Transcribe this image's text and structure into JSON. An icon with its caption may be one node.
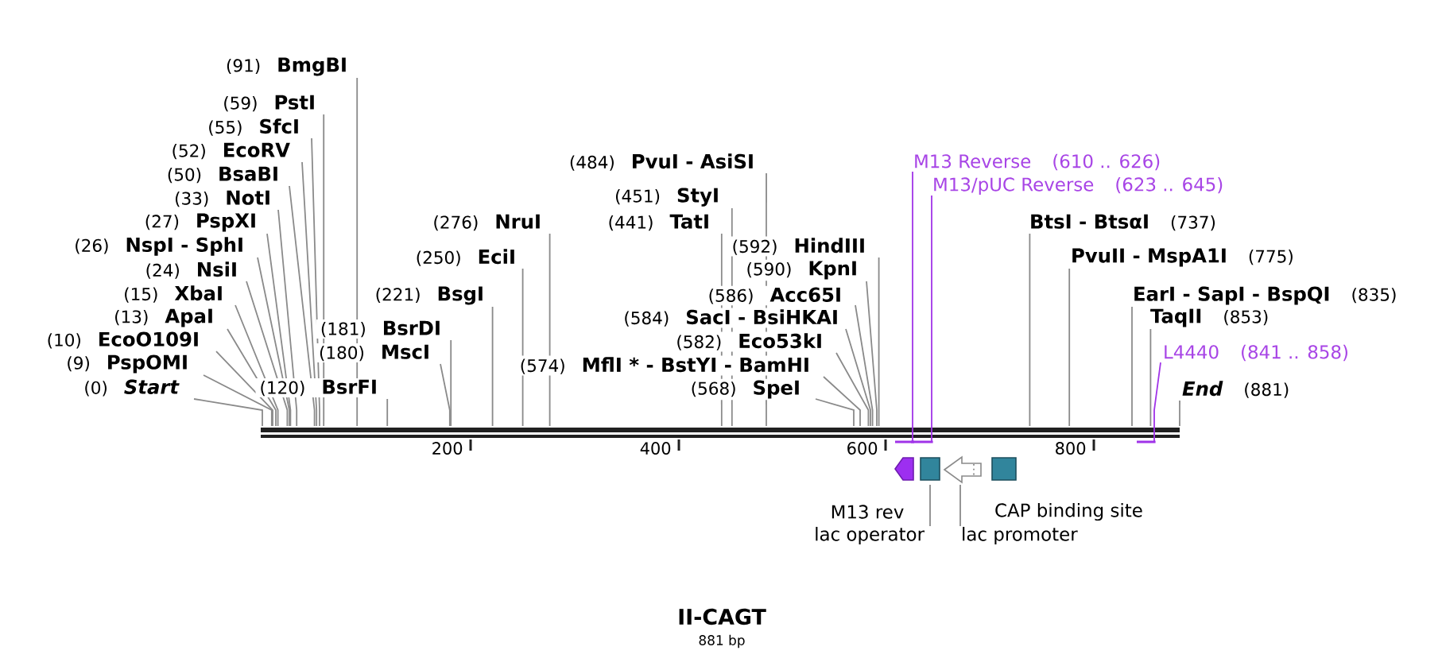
{
  "diagram": {
    "title": "II-CAGT",
    "caption": "881 bp",
    "nodes": [
      {
        "text": [],
        "shape": "bar"
      },
      {
        "text": [
          "(91)",
          "BmgBI"
        ]
      },
      {
        "text": [
          "(59)",
          "PstI"
        ]
      },
      {
        "text": [
          "(55)",
          "SfcI"
        ]
      },
      {
        "text": [
          "(52)",
          "EcoRV"
        ]
      },
      {
        "text": [
          "(50)",
          "BsaBI"
        ]
      },
      {
        "text": [
          "(33)",
          "NotI"
        ]
      },
      {
        "text": [
          "(27)",
          "PspXI"
        ]
      },
      {
        "text": [
          "(26)",
          "NspI - SphI"
        ]
      },
      {
        "text": [
          "(24)",
          "NsiI"
        ]
      },
      {
        "text": [
          "(15)",
          "XbaI"
        ]
      },
      {
        "text": [
          "(13)",
          "ApaI"
        ]
      },
      {
        "text": [
          "(10)",
          "EcoO109I"
        ]
      },
      {
        "text": [
          "(9)",
          "PspOMI"
        ]
      },
      {
        "text": [
          "(0)",
          "Start"
        ]
      },
      {
        "text": [
          "(181)",
          "BsrDI"
        ]
      },
      {
        "text": [
          "(180)",
          "MscI"
        ]
      },
      {
        "text": [
          "(120)",
          "BsrFI"
        ]
      },
      {
        "text": [
          "(276)",
          "NruI"
        ]
      },
      {
        "text": [
          "(250)",
          "EciI"
        ]
      },
      {
        "text": [
          "(221)",
          "BsgI"
        ]
      },
      {
        "text": [
          "(484)",
          "PvuI - AsiSI"
        ]
      },
      {
        "text": [
          "(451)",
          "StyI"
        ]
      },
      {
        "text": [
          "(441)",
          "TatI"
        ]
      },
      {
        "text": [
          "(592)",
          "HindIII"
        ]
      },
      {
        "text": [
          "(590)",
          "KpnI"
        ]
      },
      {
        "text": [
          "(586)",
          "Acc65I"
        ]
      },
      {
        "text": [
          "(584)",
          "SacI - BsiHKAI"
        ]
      },
      {
        "text": [
          "(582)",
          "Eco53kI"
        ]
      },
      {
        "text": [
          "(574)",
          "MflI * - BstYI - BamHI"
        ]
      },
      {
        "text": [
          "(568)",
          "SpeI"
        ]
      },
      {
        "text": [
          "M13 Reverse",
          "(610 .. 626)"
        ]
      },
      {
        "text": [
          "M13/pUC Reverse",
          "(623 .. 645)"
        ]
      },
      {
        "text": [
          "BtsI - BtsαI",
          "(737)"
        ]
      },
      {
        "text": [
          "PvuII - MspA1I",
          "(775)"
        ]
      },
      {
        "text": [
          "EarI - SapI - BspQI",
          "(835)"
        ]
      },
      {
        "text": [
          "TaqII",
          "(853)"
        ]
      },
      {
        "text": [
          "L4440",
          "(841 .. 858)"
        ]
      },
      {
        "text": [
          "End",
          "(881)"
        ]
      },
      {
        "text": [],
        "shape": "bar"
      },
      {
        "text": [],
        "shape": "bar"
      },
      {
        "text": [],
        "shape": "bar"
      },
      {
        "text": [
          "M13 rev"
        ]
      },
      {
        "text": [],
        "shape": "box"
      },
      {
        "text": [],
        "shape": "arrow"
      },
      {
        "text": [
          "CAP binding site"
        ]
      },
      {
        "text": [
          "lac operator"
        ]
      },
      {
        "text": [
          "lac promoter"
        ]
      }
    ],
    "edges": [
      {
        "from": 1,
        "to": 0,
        "arrow": "none"
      },
      {
        "from": 2,
        "to": 0,
        "arrow": "none"
      },
      {
        "from": 3,
        "to": 0,
        "arrow": "none"
      },
      {
        "from": 4,
        "to": 0,
        "arrow": "none"
      },
      {
        "from": 5,
        "to": 0,
        "arrow": "none"
      },
      {
        "from": 6,
        "to": 0,
        "arrow": "none"
      },
      {
        "from": 7,
        "to": 0,
        "arrow": "none"
      },
      {
        "from": 8,
        "to": 0,
        "arrow": "none"
      },
      {
        "from": 9,
        "to": 0,
        "arrow": "none"
      },
      {
        "from": 10,
        "to": 0,
        "arrow": "none"
      },
      {
        "from": 11,
        "to": 0,
        "arrow": "none"
      },
      {
        "from": 12,
        "to": 0,
        "arrow": "none"
      },
      {
        "from": 13,
        "to": 0,
        "arrow": "none"
      },
      {
        "from": 14,
        "to": 0,
        "arrow": "none"
      },
      {
        "from": 15,
        "to": 0,
        "arrow": "none"
      },
      {
        "from": 16,
        "to": 0,
        "arrow": "none"
      },
      {
        "from": 17,
        "to": 0,
        "arrow": "none"
      },
      {
        "from": 18,
        "to": 0,
        "arrow": "none"
      },
      {
        "from": 19,
        "to": 0,
        "arrow": "none"
      },
      {
        "from": 20,
        "to": 0,
        "arrow": "none"
      },
      {
        "from": 21,
        "to": 0,
        "arrow": "none"
      },
      {
        "from": 22,
        "to": 0,
        "arrow": "none"
      },
      {
        "from": 23,
        "to": 0,
        "arrow": "none"
      },
      {
        "from": 24,
        "to": 0,
        "arrow": "none"
      },
      {
        "from": 25,
        "to": 0,
        "arrow": "none"
      },
      {
        "from": 26,
        "to": 0,
        "arrow": "none"
      },
      {
        "from": 27,
        "to": 0,
        "arrow": "none"
      },
      {
        "from": 28,
        "to": 0,
        "arrow": "none"
      },
      {
        "from": 29,
        "to": 0,
        "arrow": "none"
      },
      {
        "from": 30,
        "to": 0,
        "arrow": "none"
      },
      {
        "from": 31,
        "to": 39,
        "arrow": "none",
        "color": "#a033e8"
      },
      {
        "from": 32,
        "to": 40,
        "arrow": "none",
        "color": "#a033e8"
      },
      {
        "from": 33,
        "to": 0,
        "arrow": "none"
      },
      {
        "from": 34,
        "to": 0,
        "arrow": "none"
      },
      {
        "from": 35,
        "to": 0,
        "arrow": "none"
      },
      {
        "from": 36,
        "to": 0,
        "arrow": "none"
      },
      {
        "from": 37,
        "to": 41,
        "arrow": "none",
        "color": "#a033e8"
      },
      {
        "from": 38,
        "to": 0,
        "arrow": "none"
      },
      {
        "from": 46,
        "to": 43,
        "arrow": "none"
      },
      {
        "from": 47,
        "to": 44,
        "arrow": "none"
      }
    ],
    "labels": [
      "200",
      "400",
      "600",
      "800"
    ]
  }
}
